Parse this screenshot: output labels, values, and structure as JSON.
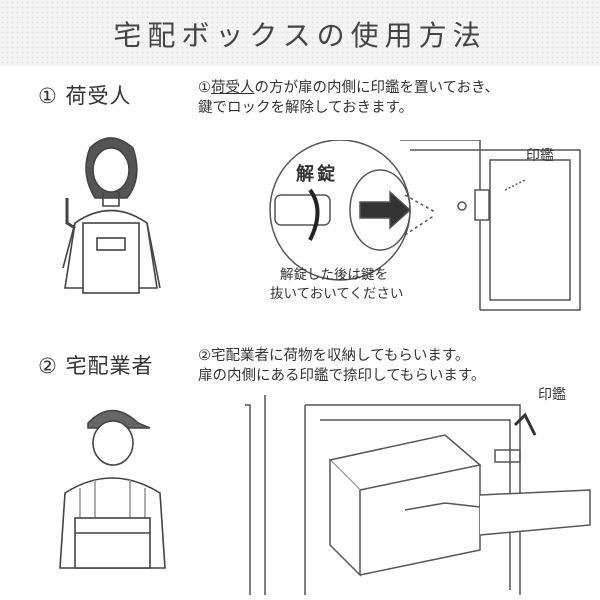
{
  "title": "宅配ボックスの使用方法",
  "step1": {
    "label": "① 荷受人",
    "desc_prefix": "①",
    "desc_underlined": "荷受人",
    "desc_line1_rest": "の方が扉の内側に印鑑を置いておき、",
    "desc_line2": "鍵でロックを解除しておきます。",
    "unlock_label": "解錠",
    "seal_label": "印鑑",
    "note_line1": "解錠した後は鍵を",
    "note_line2": "抜いておいてください"
  },
  "step2": {
    "label": "② 宅配業者",
    "desc_line1": "②宅配業者に荷物を収納してもらいます。",
    "desc_line2": "扉の内側にある印鑑で捺印してもらいます。",
    "seal_label": "印鑑"
  }
}
